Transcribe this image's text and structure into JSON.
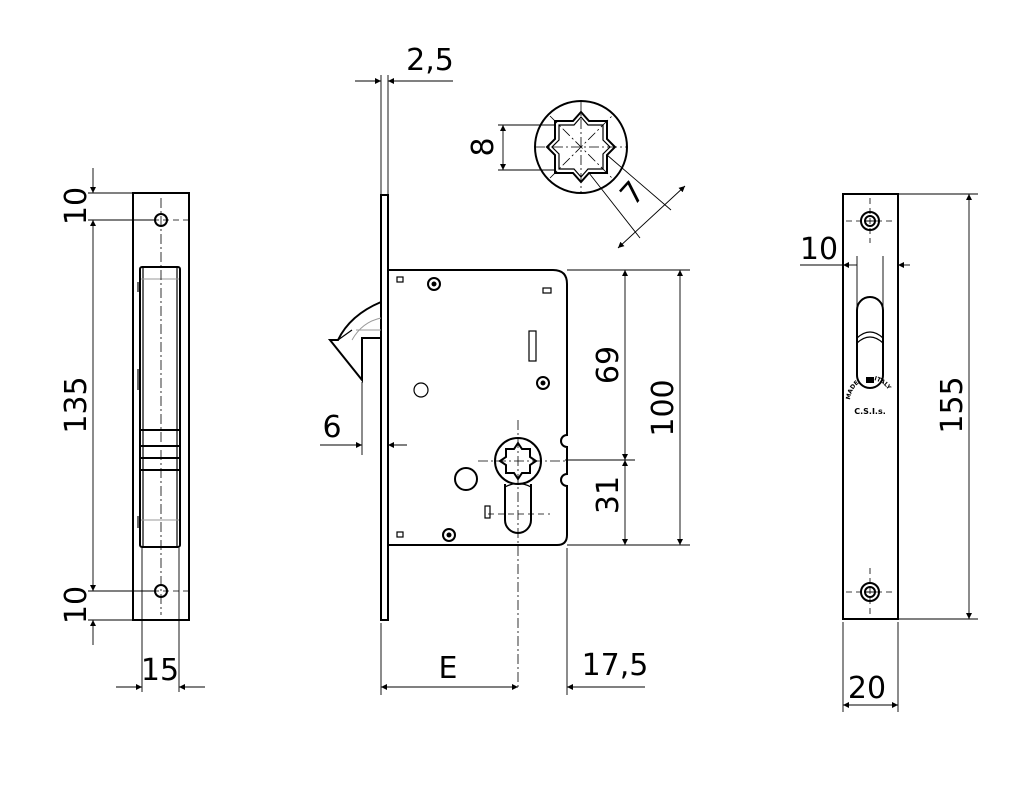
{
  "drawing": {
    "subject": "Mortise hook lock for sliding door — technical dimension drawing",
    "views": {
      "side_view": {
        "dimensions": {
          "top_margin": "10",
          "hole_spacing": "135",
          "bottom_margin": "10",
          "width": "15"
        }
      },
      "front_view": {
        "dimensions": {
          "faceplate_thickness": "2,5",
          "hook_projection": "6",
          "backset": "E",
          "case_edge_to_spindle": "17,5",
          "top_to_spindle": "69",
          "case_height": "100",
          "spindle_to_cylinder": "31"
        }
      },
      "spindle_detail": {
        "dimensions": {
          "square_height": "8",
          "square_diagonal": "7"
        }
      },
      "faceplate_view": {
        "dimensions": {
          "slot_width": "10",
          "faceplate_height": "155",
          "faceplate_width": "20"
        },
        "stamp": {
          "arc_left": "MADE",
          "arc_right": "ITALY",
          "brand": "C.S.I.s."
        }
      }
    },
    "colors": {
      "line": "#000000",
      "background": "#ffffff",
      "hidden_detail": "#999999"
    }
  }
}
